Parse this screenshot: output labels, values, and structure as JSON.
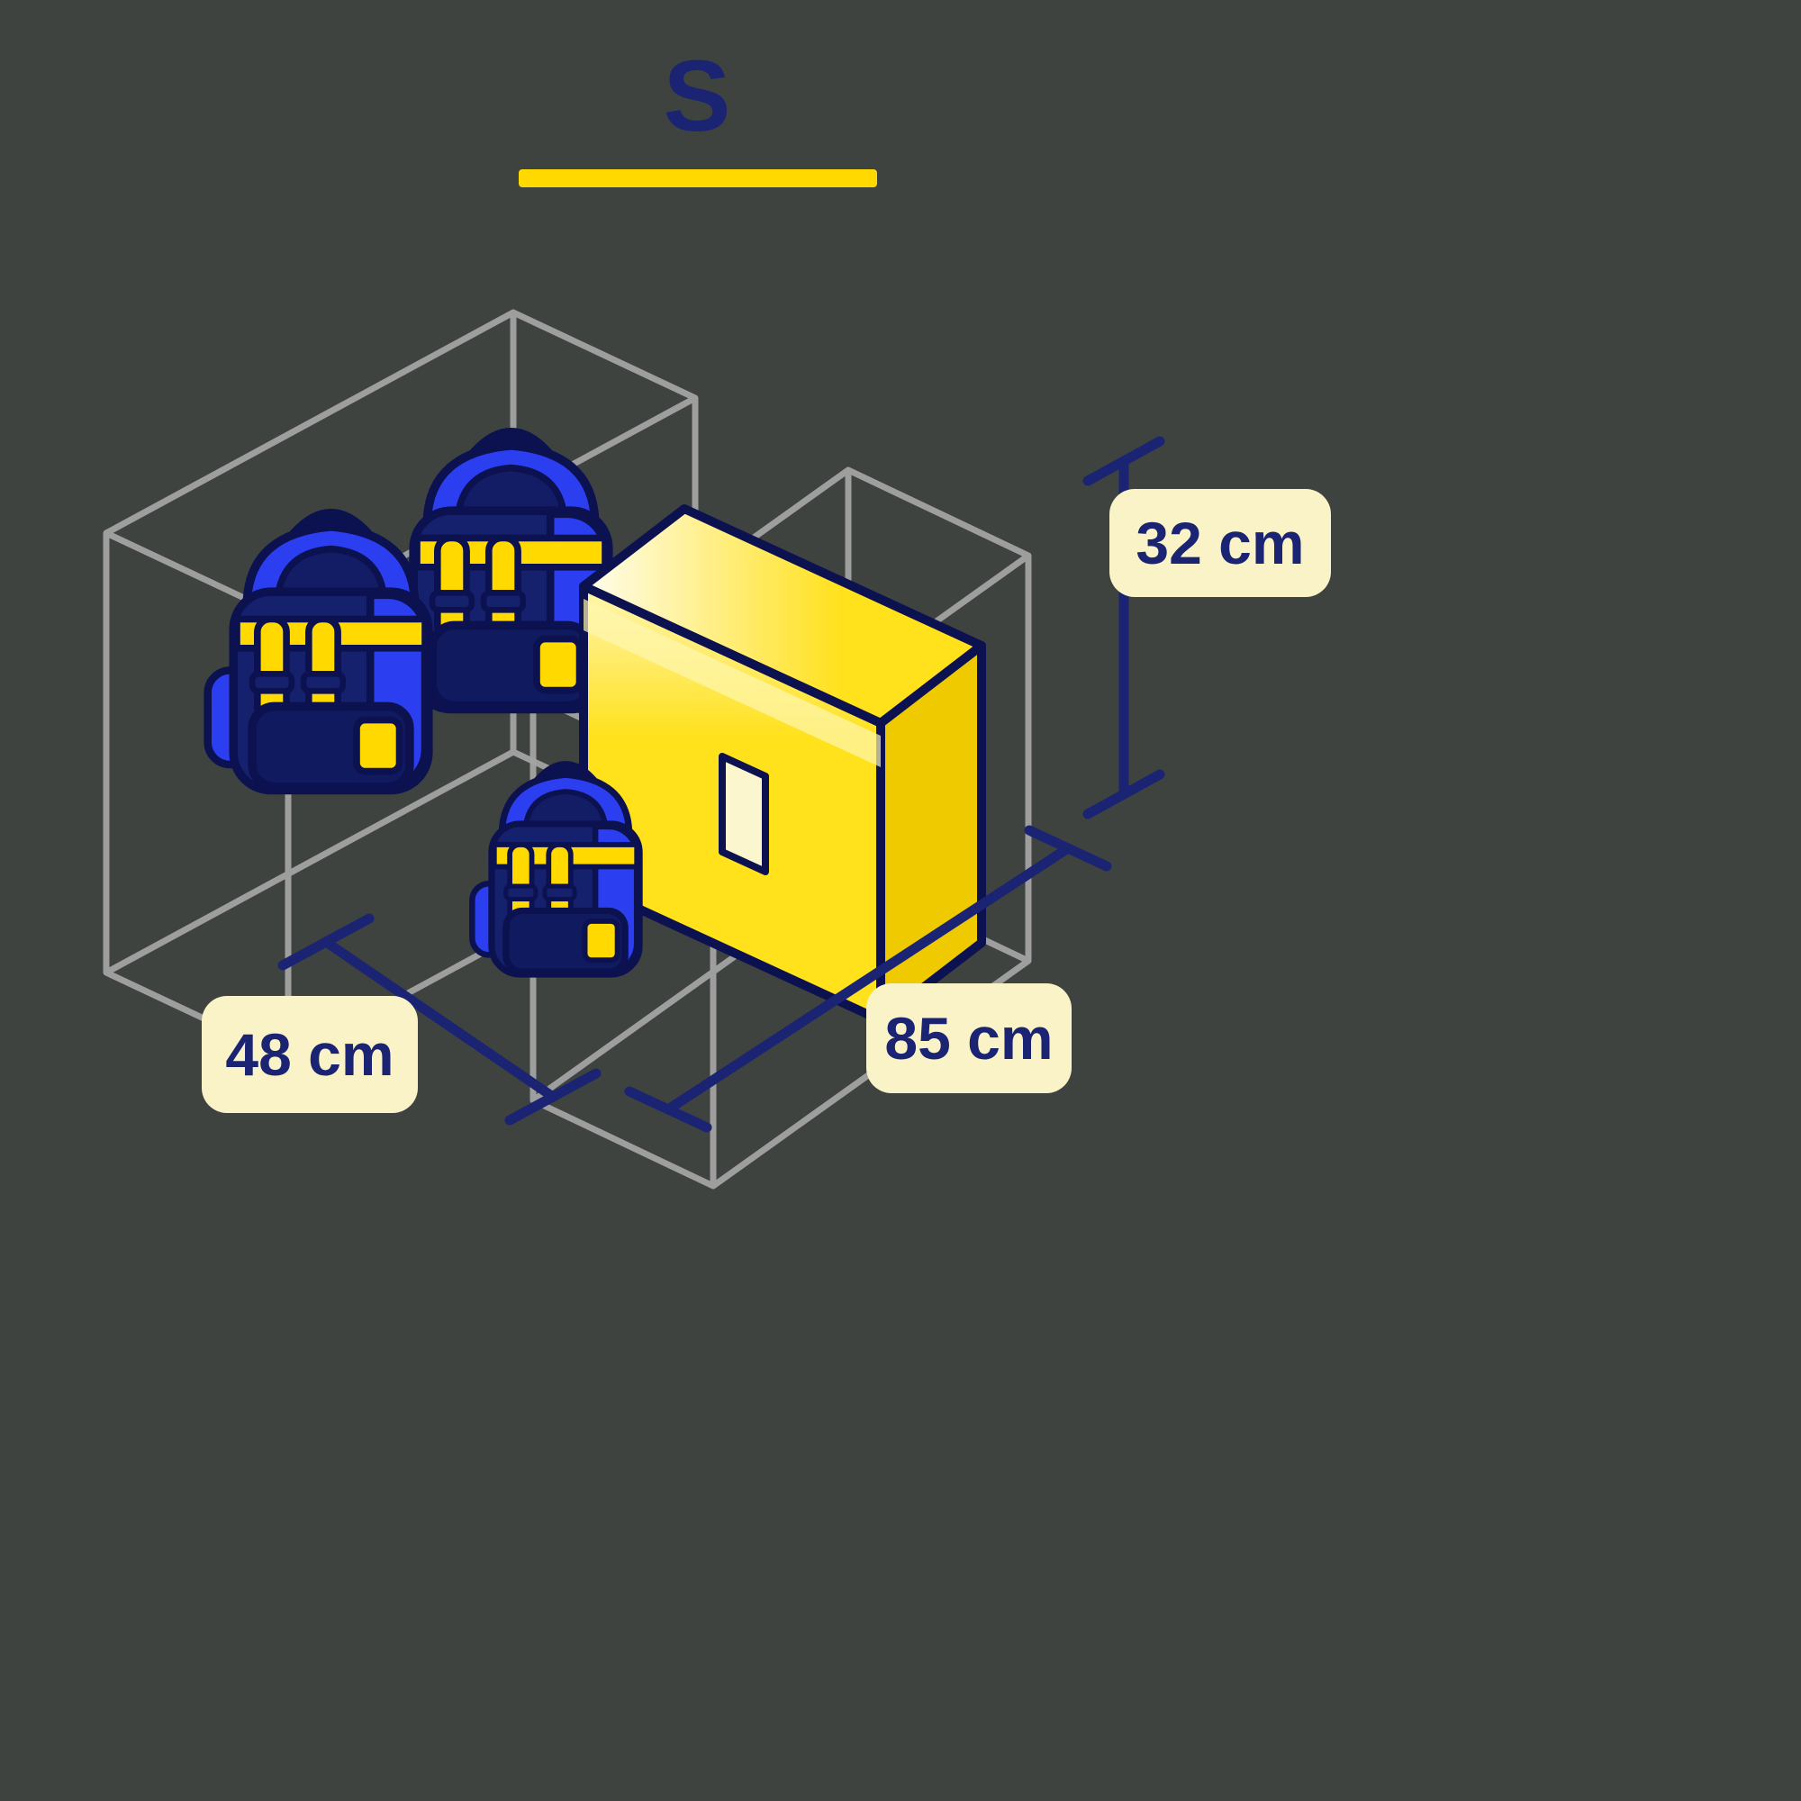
{
  "title": "S",
  "labels": {
    "height": "32 cm",
    "depth": "48 cm",
    "width": "85 cm"
  },
  "icons": {
    "wireframe": "storage-unit-wireframe",
    "backpack": "backpack-icon",
    "small_backpack": "small-backpack-icon",
    "box": "moving-box-icon"
  },
  "colors": {
    "background": "#3e4340",
    "navy_text": "#1a2472",
    "illustration_outline": "#0c1150",
    "bright_blue": "#2b3ff0",
    "accent_yellow": "#ffd900",
    "box_yellow": "#ffe11c",
    "label_cream": "#faf3c8",
    "wireframe_gray": "#a3a3a3"
  }
}
